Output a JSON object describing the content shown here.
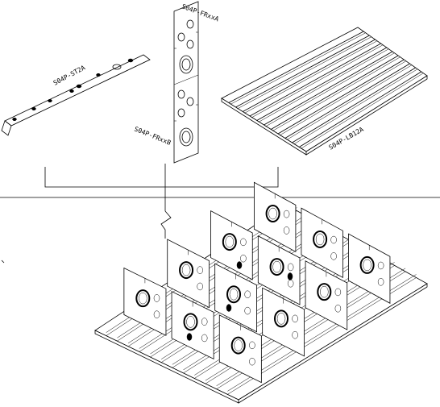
{
  "labels": {
    "stiffener": "S04P-ST2A",
    "frame_a": "S04P-FRxxA",
    "frame_b": "S04P-FRxxB",
    "plate": "S04P-LB12A"
  },
  "colors": {
    "line": "#000000",
    "background": "#ffffff"
  },
  "icons": {
    "break_mark": "zigzag-break-icon"
  }
}
